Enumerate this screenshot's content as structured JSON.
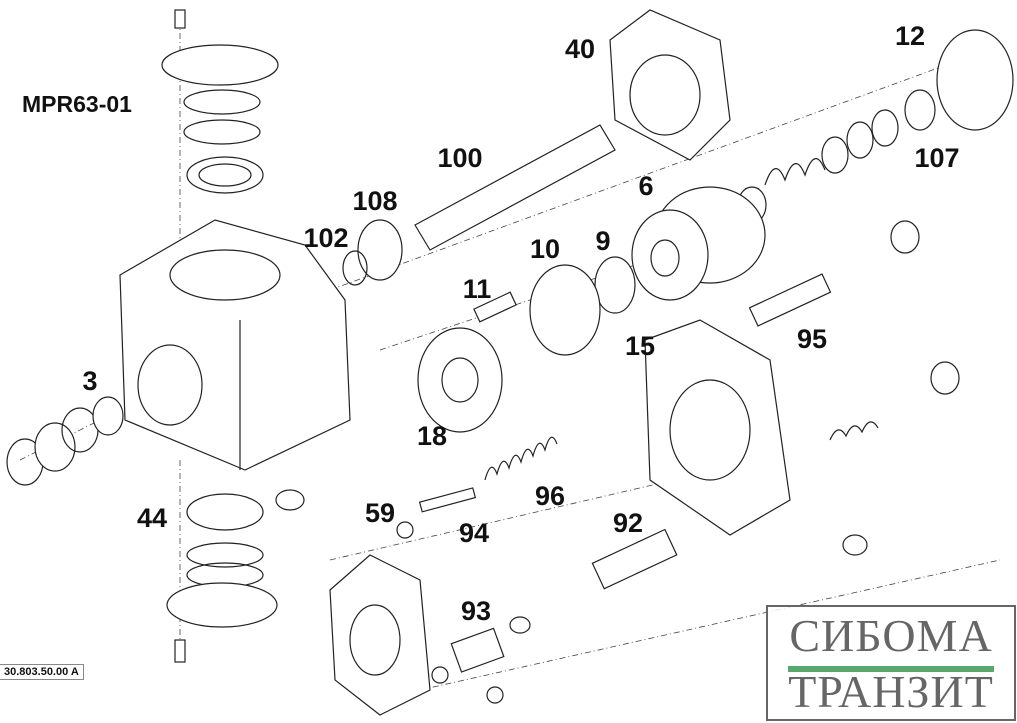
{
  "diagram": {
    "model": "MPR63-01",
    "document_number": "30.803.50.00 A",
    "part_labels": [
      "40",
      "12",
      "100",
      "107",
      "6",
      "108",
      "102",
      "10",
      "9",
      "11",
      "95",
      "15",
      "3",
      "18",
      "96",
      "59",
      "94",
      "92",
      "44",
      "93"
    ]
  },
  "logo": {
    "line1": "СИБОМА",
    "line2": "ТРАНЗИТ",
    "accent_color": "#5aa86e"
  }
}
